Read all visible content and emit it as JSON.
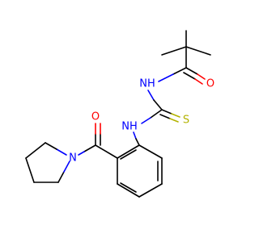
{
  "atoms": {
    "carbonyl_o_top": "O",
    "nh_top": "NH",
    "nh_mid": "NH",
    "thione_s": "S",
    "carbonyl_o_left": "O",
    "pyrrolidine_n": "N"
  },
  "colors": {
    "oxygen": "#ff0000",
    "nitrogen": "#0000ff",
    "sulfur": "#b3b300",
    "carbon": "#000000",
    "background": "#ffffff"
  }
}
